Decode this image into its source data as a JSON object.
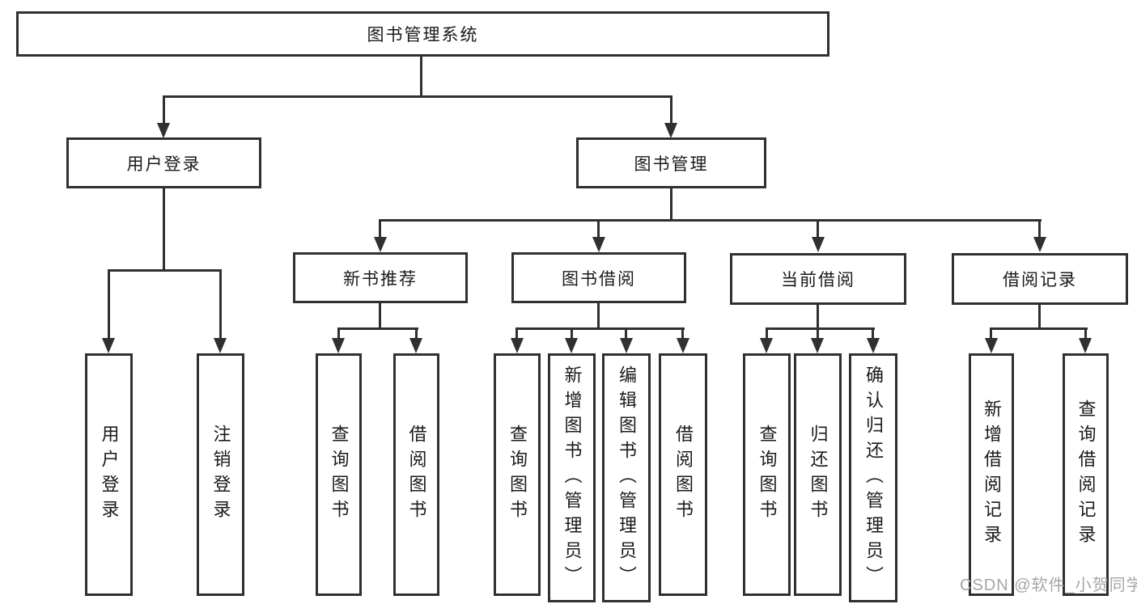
{
  "tree": {
    "label": "图书管理系统",
    "children": [
      {
        "label": "用户登录",
        "children": [
          {
            "label": "用户登录"
          },
          {
            "label": "注销登录"
          }
        ]
      },
      {
        "label": "图书管理",
        "children": [
          {
            "label": "新书推荐",
            "children": [
              {
                "label": "查询图书"
              },
              {
                "label": "借阅图书"
              }
            ]
          },
          {
            "label": "图书借阅",
            "children": [
              {
                "label": "查询图书"
              },
              {
                "label": "新增图书（管理员）"
              },
              {
                "label": "编辑图书（管理员）"
              },
              {
                "label": "借阅图书"
              }
            ]
          },
          {
            "label": "当前借阅",
            "children": [
              {
                "label": "查询图书"
              },
              {
                "label": "归还图书"
              },
              {
                "label": "确认归还（管理员）"
              }
            ]
          },
          {
            "label": "借阅记录",
            "children": [
              {
                "label": "新增借阅记录"
              },
              {
                "label": "查询借阅记录"
              }
            ]
          }
        ]
      }
    ]
  },
  "watermark": {
    "text": "CSDN @软件_小贺同学"
  },
  "colors": {
    "line": "#303030",
    "ink": "#1a1a1a",
    "box_bg": "#ffffff",
    "watermark": "#a6a6a6",
    "background": "#ffffff"
  }
}
